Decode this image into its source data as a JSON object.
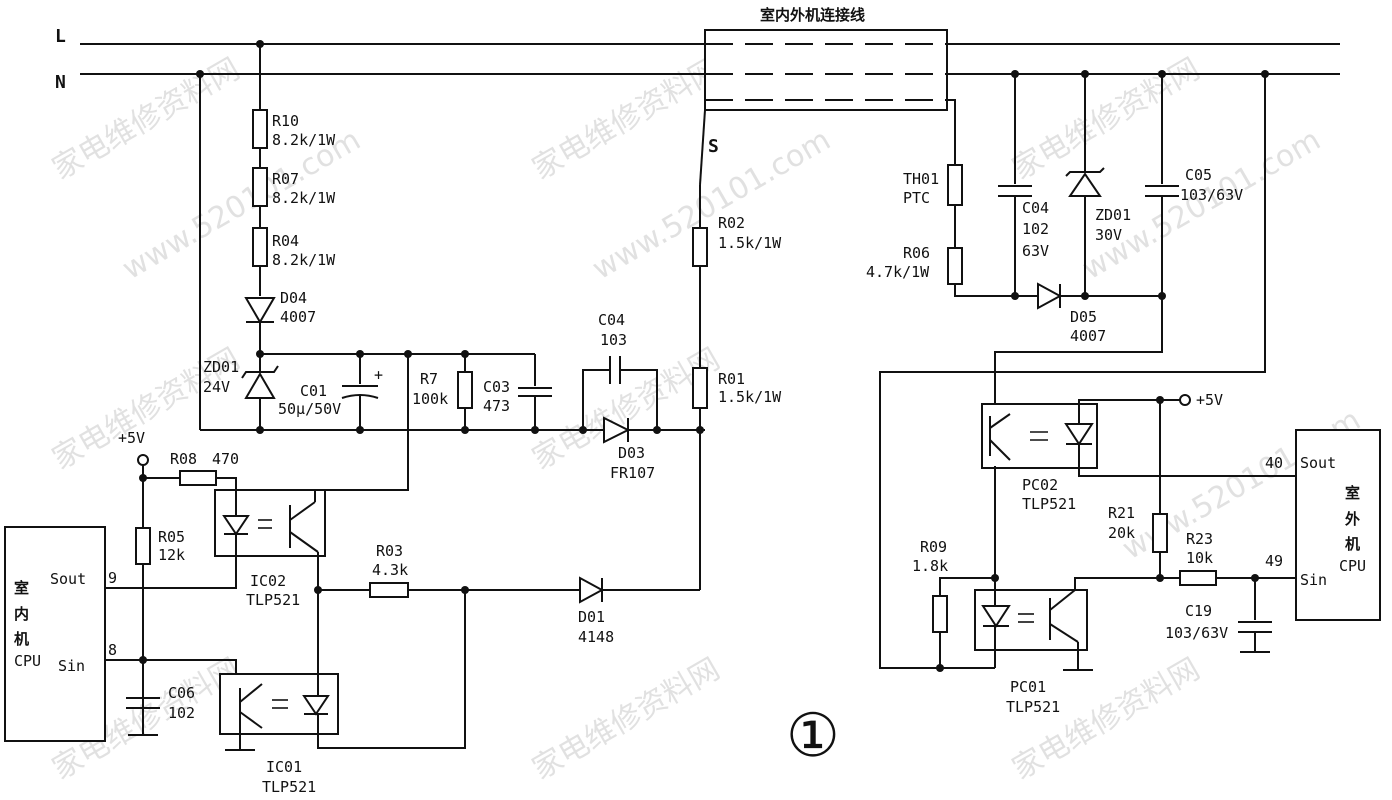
{
  "rails": {
    "L": "L",
    "N": "N"
  },
  "cable": {
    "title": "室内外机连接线",
    "S": "S"
  },
  "indoor_cpu": {
    "lines": [
      "室",
      "内",
      "机",
      "CPU"
    ],
    "sout": "Sout",
    "sin": "Sin",
    "pin_sout": "9",
    "pin_sin": "8"
  },
  "outdoor_cpu": {
    "lines": [
      "室",
      "外",
      "机",
      "CPU"
    ],
    "sout": "Sout",
    "sin": "Sin",
    "pin_sout": "40",
    "pin_sin": "49"
  },
  "components": {
    "R10": {
      "name": "R10",
      "value": "8.2k/1W"
    },
    "R07": {
      "name": "R07",
      "value": "8.2k/1W"
    },
    "R04": {
      "name": "R04",
      "value": "8.2k/1W"
    },
    "D04": {
      "name": "D04",
      "value": "4007"
    },
    "ZD01L": {
      "name": "ZD01",
      "value": "24V"
    },
    "C01": {
      "name": "C01",
      "value": "50μ/50V"
    },
    "R7": {
      "name": "R7",
      "value": "100k"
    },
    "C03": {
      "name": "C03",
      "value": "473"
    },
    "C04L": {
      "name": "C04",
      "value": "103"
    },
    "D03": {
      "name": "D03",
      "value": "FR107"
    },
    "R02": {
      "name": "R02",
      "value": "1.5k/1W"
    },
    "R01": {
      "name": "R01",
      "value": "1.5k/1W"
    },
    "R08": {
      "name": "R08",
      "value": "470"
    },
    "R05": {
      "name": "R05",
      "value": "12k"
    },
    "IC02": {
      "name": "IC02",
      "value": "TLP521"
    },
    "R03": {
      "name": "R03",
      "value": "4.3k"
    },
    "D01": {
      "name": "D01",
      "value": "4148"
    },
    "C06": {
      "name": "C06",
      "value": "102"
    },
    "IC01": {
      "name": "IC01",
      "value": "TLP521"
    },
    "TH01": {
      "name": "TH01",
      "value": "PTC"
    },
    "R06": {
      "name": "R06",
      "value": "4.7k/1W"
    },
    "C04R": {
      "name": "C04",
      "value": "102",
      "value2": "63V"
    },
    "ZD01R": {
      "name": "ZD01",
      "value": "30V"
    },
    "C05": {
      "name": "C05",
      "value": "103/63V"
    },
    "D05": {
      "name": "D05",
      "value": "4007"
    },
    "PC02": {
      "name": "PC02",
      "value": "TLP521"
    },
    "R21": {
      "name": "R21",
      "value": "20k"
    },
    "R23": {
      "name": "R23",
      "value": "10k"
    },
    "R09": {
      "name": "R09",
      "value": "1.8k"
    },
    "C19": {
      "name": "C19",
      "value": "103/63V"
    },
    "PC01": {
      "name": "PC01",
      "value": "TLP521"
    }
  },
  "supply_left": "+5V",
  "supply_right": "+5V",
  "cap_plus": "+",
  "figure_number": "①",
  "watermark": {
    "site": "家电维修资料网",
    "url": "www.520101.com"
  }
}
